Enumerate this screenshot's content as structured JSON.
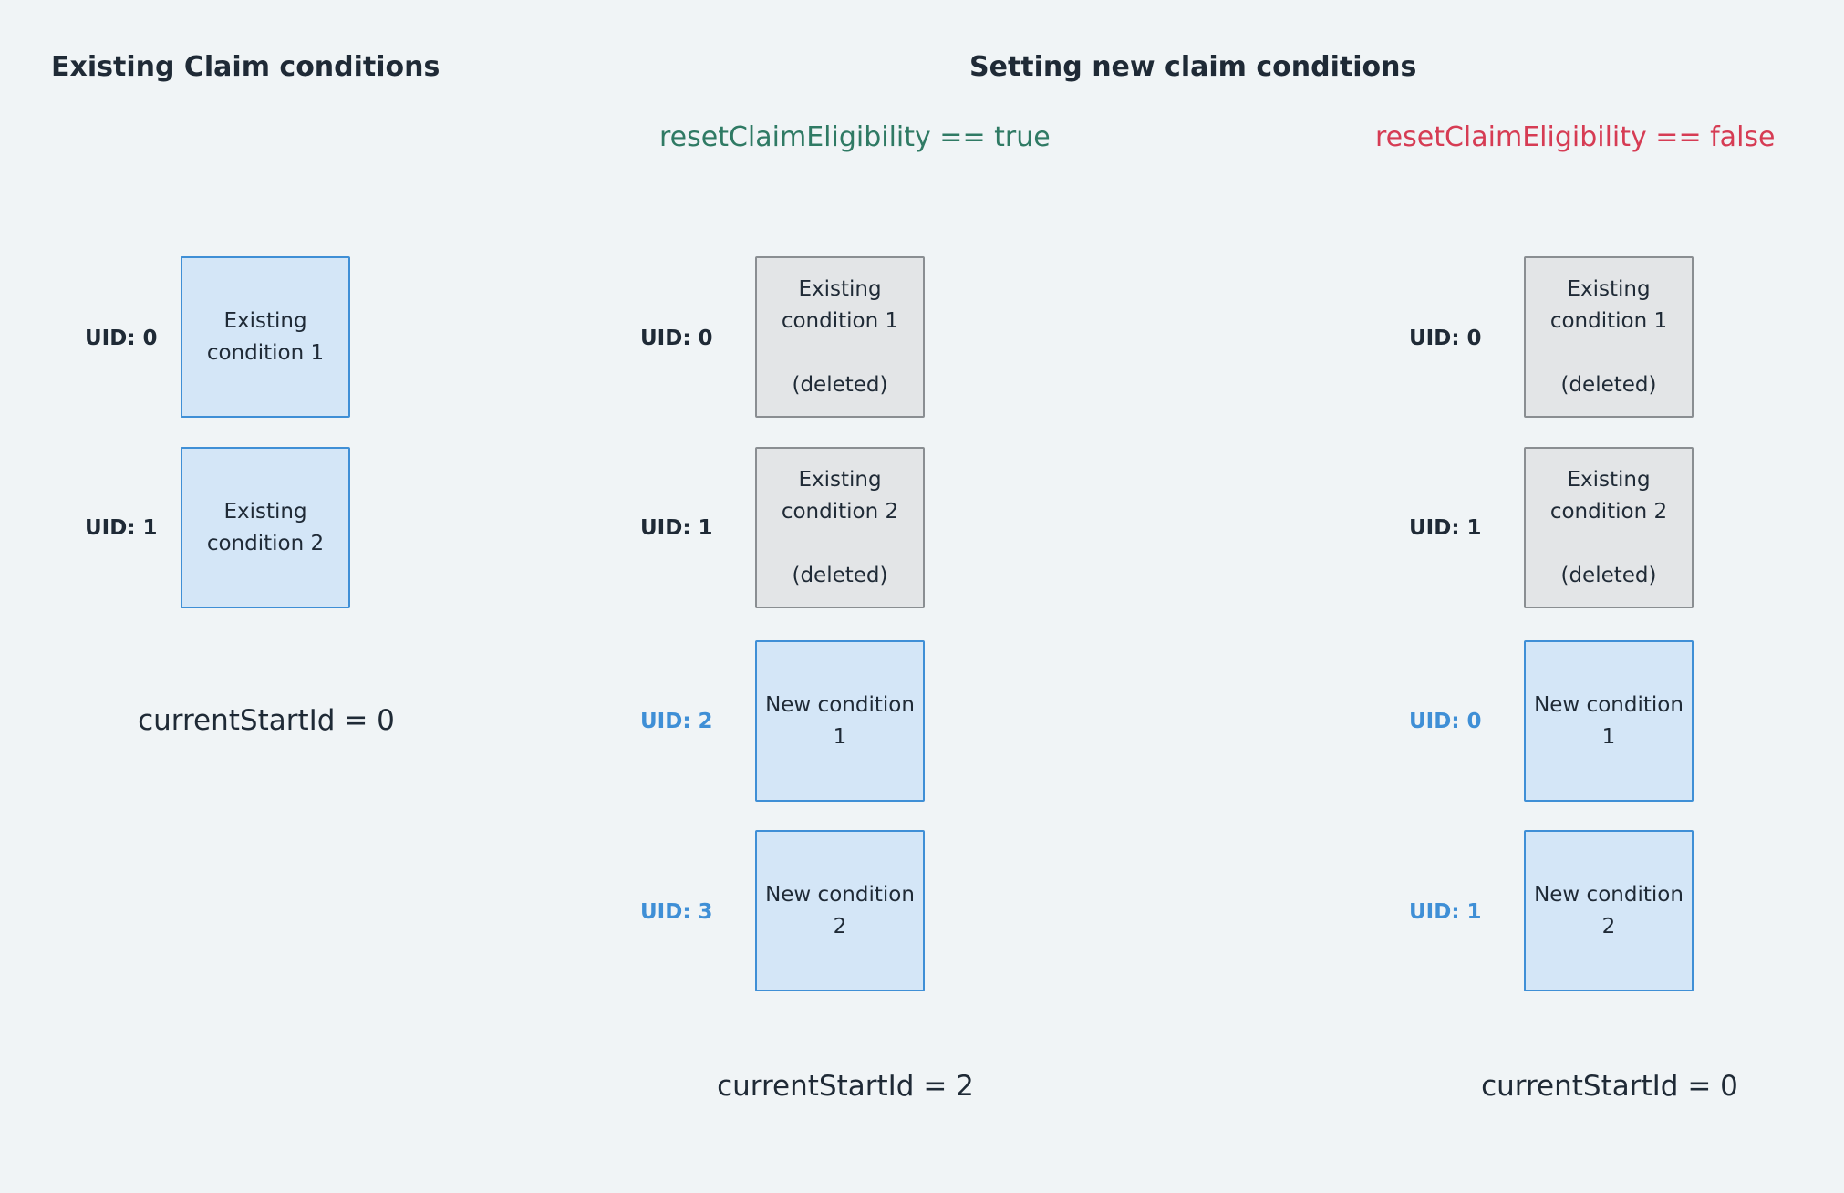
{
  "headings": {
    "existing": "Existing Claim conditions",
    "setting_new": "Setting new claim conditions"
  },
  "variants": {
    "reset_true": "resetClaimEligibility == true",
    "reset_false": "resetClaimEligibility == false"
  },
  "colors": {
    "reset_true": "#2f7a64",
    "reset_false": "#d63c54",
    "new_uid": "#3f8fd6",
    "uid_default": "#1f2a36"
  },
  "columns": {
    "existing": {
      "rows": [
        {
          "uid": "UID: 0",
          "lines": [
            "Existing",
            "condition 1"
          ]
        },
        {
          "uid": "UID: 1",
          "lines": [
            "Existing",
            "condition 2"
          ]
        }
      ],
      "current_start": "currentStartId = 0"
    },
    "reset_true": {
      "rows": [
        {
          "uid": "UID: 0",
          "lines": [
            "Existing",
            "condition 1"
          ],
          "status": "(deleted)"
        },
        {
          "uid": "UID: 1",
          "lines": [
            "Existing",
            "condition 2"
          ],
          "status": "(deleted)"
        },
        {
          "uid": "UID: 2",
          "lines": [
            "New condition",
            "1"
          ]
        },
        {
          "uid": "UID: 3",
          "lines": [
            "New condition",
            "2"
          ]
        }
      ],
      "current_start": "currentStartId = 2"
    },
    "reset_false": {
      "rows": [
        {
          "uid": "UID: 0",
          "lines": [
            "Existing",
            "condition 1"
          ],
          "status": "(deleted)"
        },
        {
          "uid": "UID: 1",
          "lines": [
            "Existing",
            "condition 2"
          ],
          "status": "(deleted)"
        },
        {
          "uid": "UID: 0",
          "lines": [
            "New condition",
            "1"
          ]
        },
        {
          "uid": "UID: 1",
          "lines": [
            "New condition",
            "2"
          ]
        }
      ],
      "current_start": "currentStartId = 0"
    }
  }
}
